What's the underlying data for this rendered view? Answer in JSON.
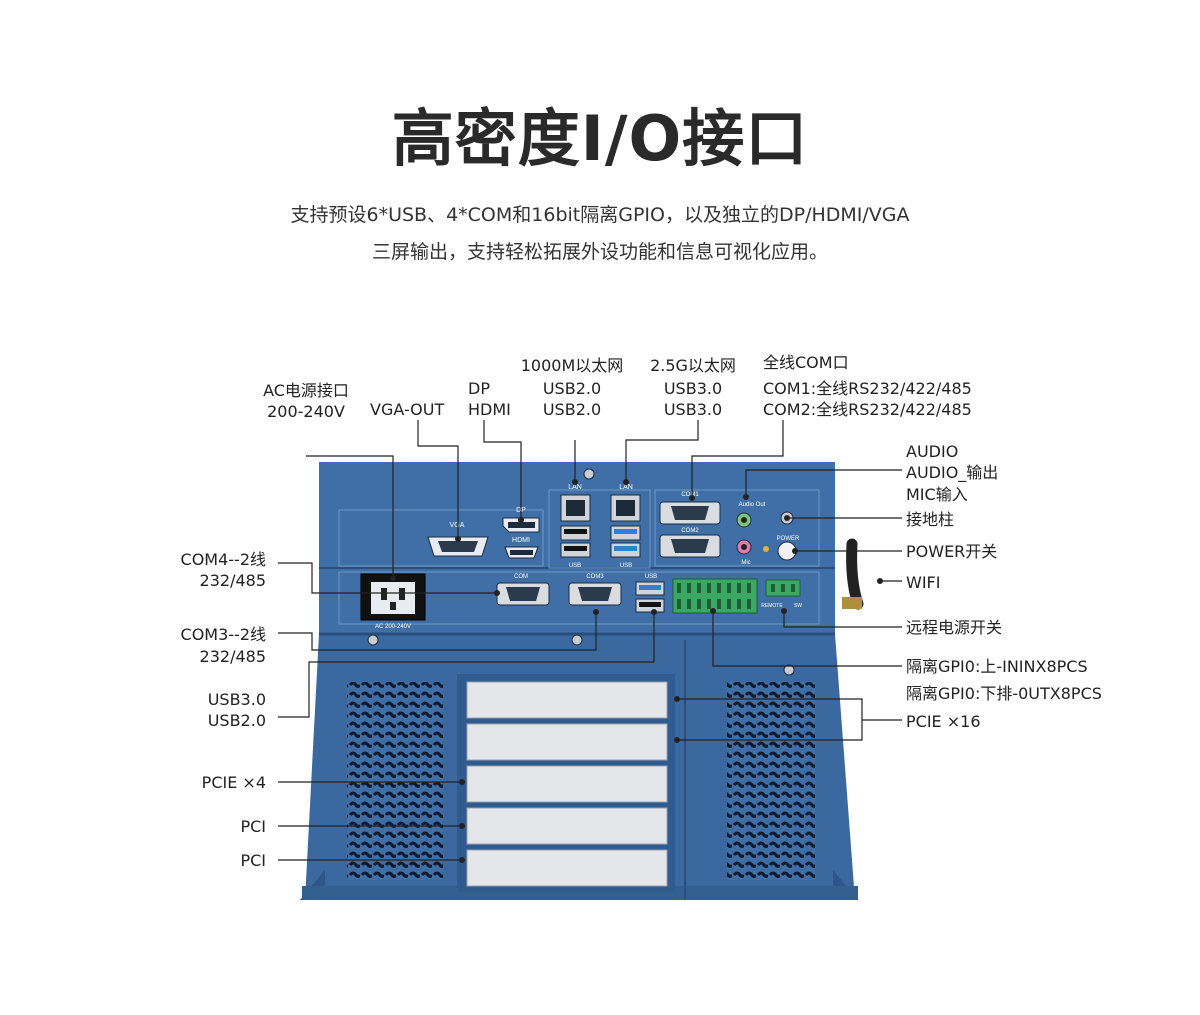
{
  "title": "高密度I/O接口",
  "subtitle": {
    "line1": "支持预设6*USB、4*COM和16bit隔离GPIO，以及独立的DP/HDMI/VGA",
    "line2": "三屏输出，支持轻松拓展外设功能和信息可视化应用。"
  },
  "labels": {
    "ac": [
      "AC电源接口",
      "200-240V"
    ],
    "vga": "VGA-OUT",
    "dp": [
      "DP",
      "HDMI"
    ],
    "lan1": [
      "1000M以太网",
      "USB2.0",
      "USB2.0"
    ],
    "lan2": [
      "2.5G以太网",
      "USB3.0",
      "USB3.0"
    ],
    "com": [
      "全线COM口",
      "COM1:全线RS232/422/485",
      "COM2:全线RS232/422/485"
    ],
    "audio": [
      "AUDIO",
      "AUDIO_输出",
      "MIC输入"
    ],
    "ground": "接地柱",
    "power": "POWER开关",
    "wifi": "WIFI",
    "remote": "远程电源开关",
    "gpio1": "隔离GPI0:上-ININX8PCS",
    "gpio2": "隔离GPI0:下排-0UTX8PCS",
    "pcie16": "PCIE ×16",
    "com4": [
      "COM4--2线",
      "232/485"
    ],
    "com3": [
      "COM3--2线",
      "232/485"
    ],
    "usb": [
      "USB3.0",
      "USB2.0"
    ],
    "pcie4": "PCIE ×4",
    "pci1": "PCI",
    "pci2": "PCI"
  },
  "panel_marks": {
    "vga": "VGA",
    "dp": "DP",
    "hdmi": "HDMI",
    "lan": "LAN",
    "usb": "USB",
    "com": "COM",
    "com3": "COM3",
    "com1": "COM1",
    "com2": "COM2",
    "audio_out": "Audio Out",
    "mic": "Mic",
    "power": "POWER",
    "remote": "REMOTE",
    "sw": "SW",
    "ac": "AC 200-240V"
  },
  "colors": {
    "chassis": "#3f6fa6",
    "chassis_dark": "#2e5689",
    "slot": "#e4e6ea",
    "terminal": "#3aa862",
    "usb3": "#2f7fd6",
    "lines": "#222222"
  }
}
